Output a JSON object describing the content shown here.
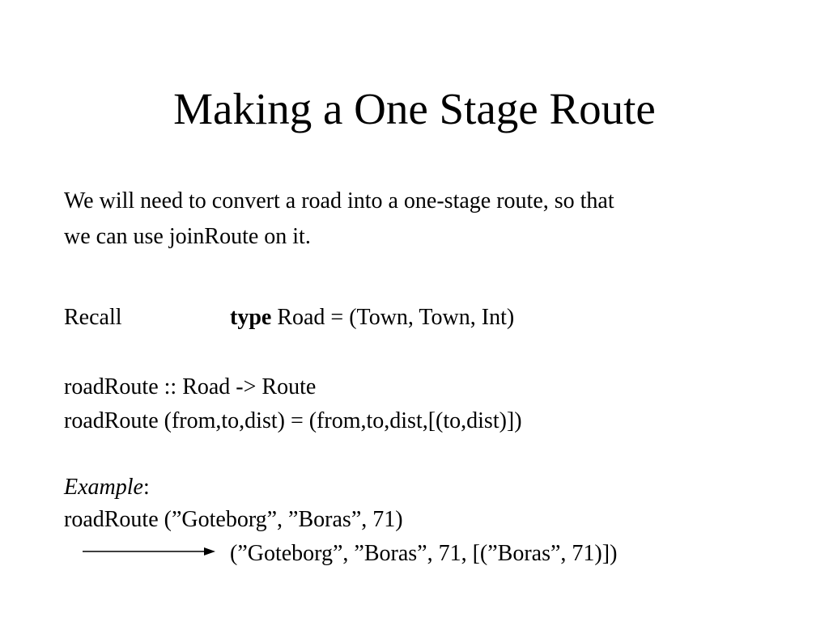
{
  "slide": {
    "title": "Making a One Stage Route",
    "intro_line_1": "We will need to convert a road into a one-stage route, so that",
    "intro_line_2": "we can use joinRoute on it.",
    "recall": {
      "label": "Recall",
      "keyword": "type",
      "definition": " Road = (Town, Town, Int)"
    },
    "code": {
      "signature": "roadRoute :: Road -> Route",
      "definition": "roadRoute (from,to,dist) = (from,to,dist,[(to,dist)])"
    },
    "example": {
      "label": "Example",
      "colon": ":",
      "call": "roadRoute (”Goteborg”, ”Boras”, 71)",
      "result": "(”Goteborg”, ”Boras”, 71, [(”Boras”, 71)])",
      "arrow_icon": "right-arrow-icon"
    }
  }
}
